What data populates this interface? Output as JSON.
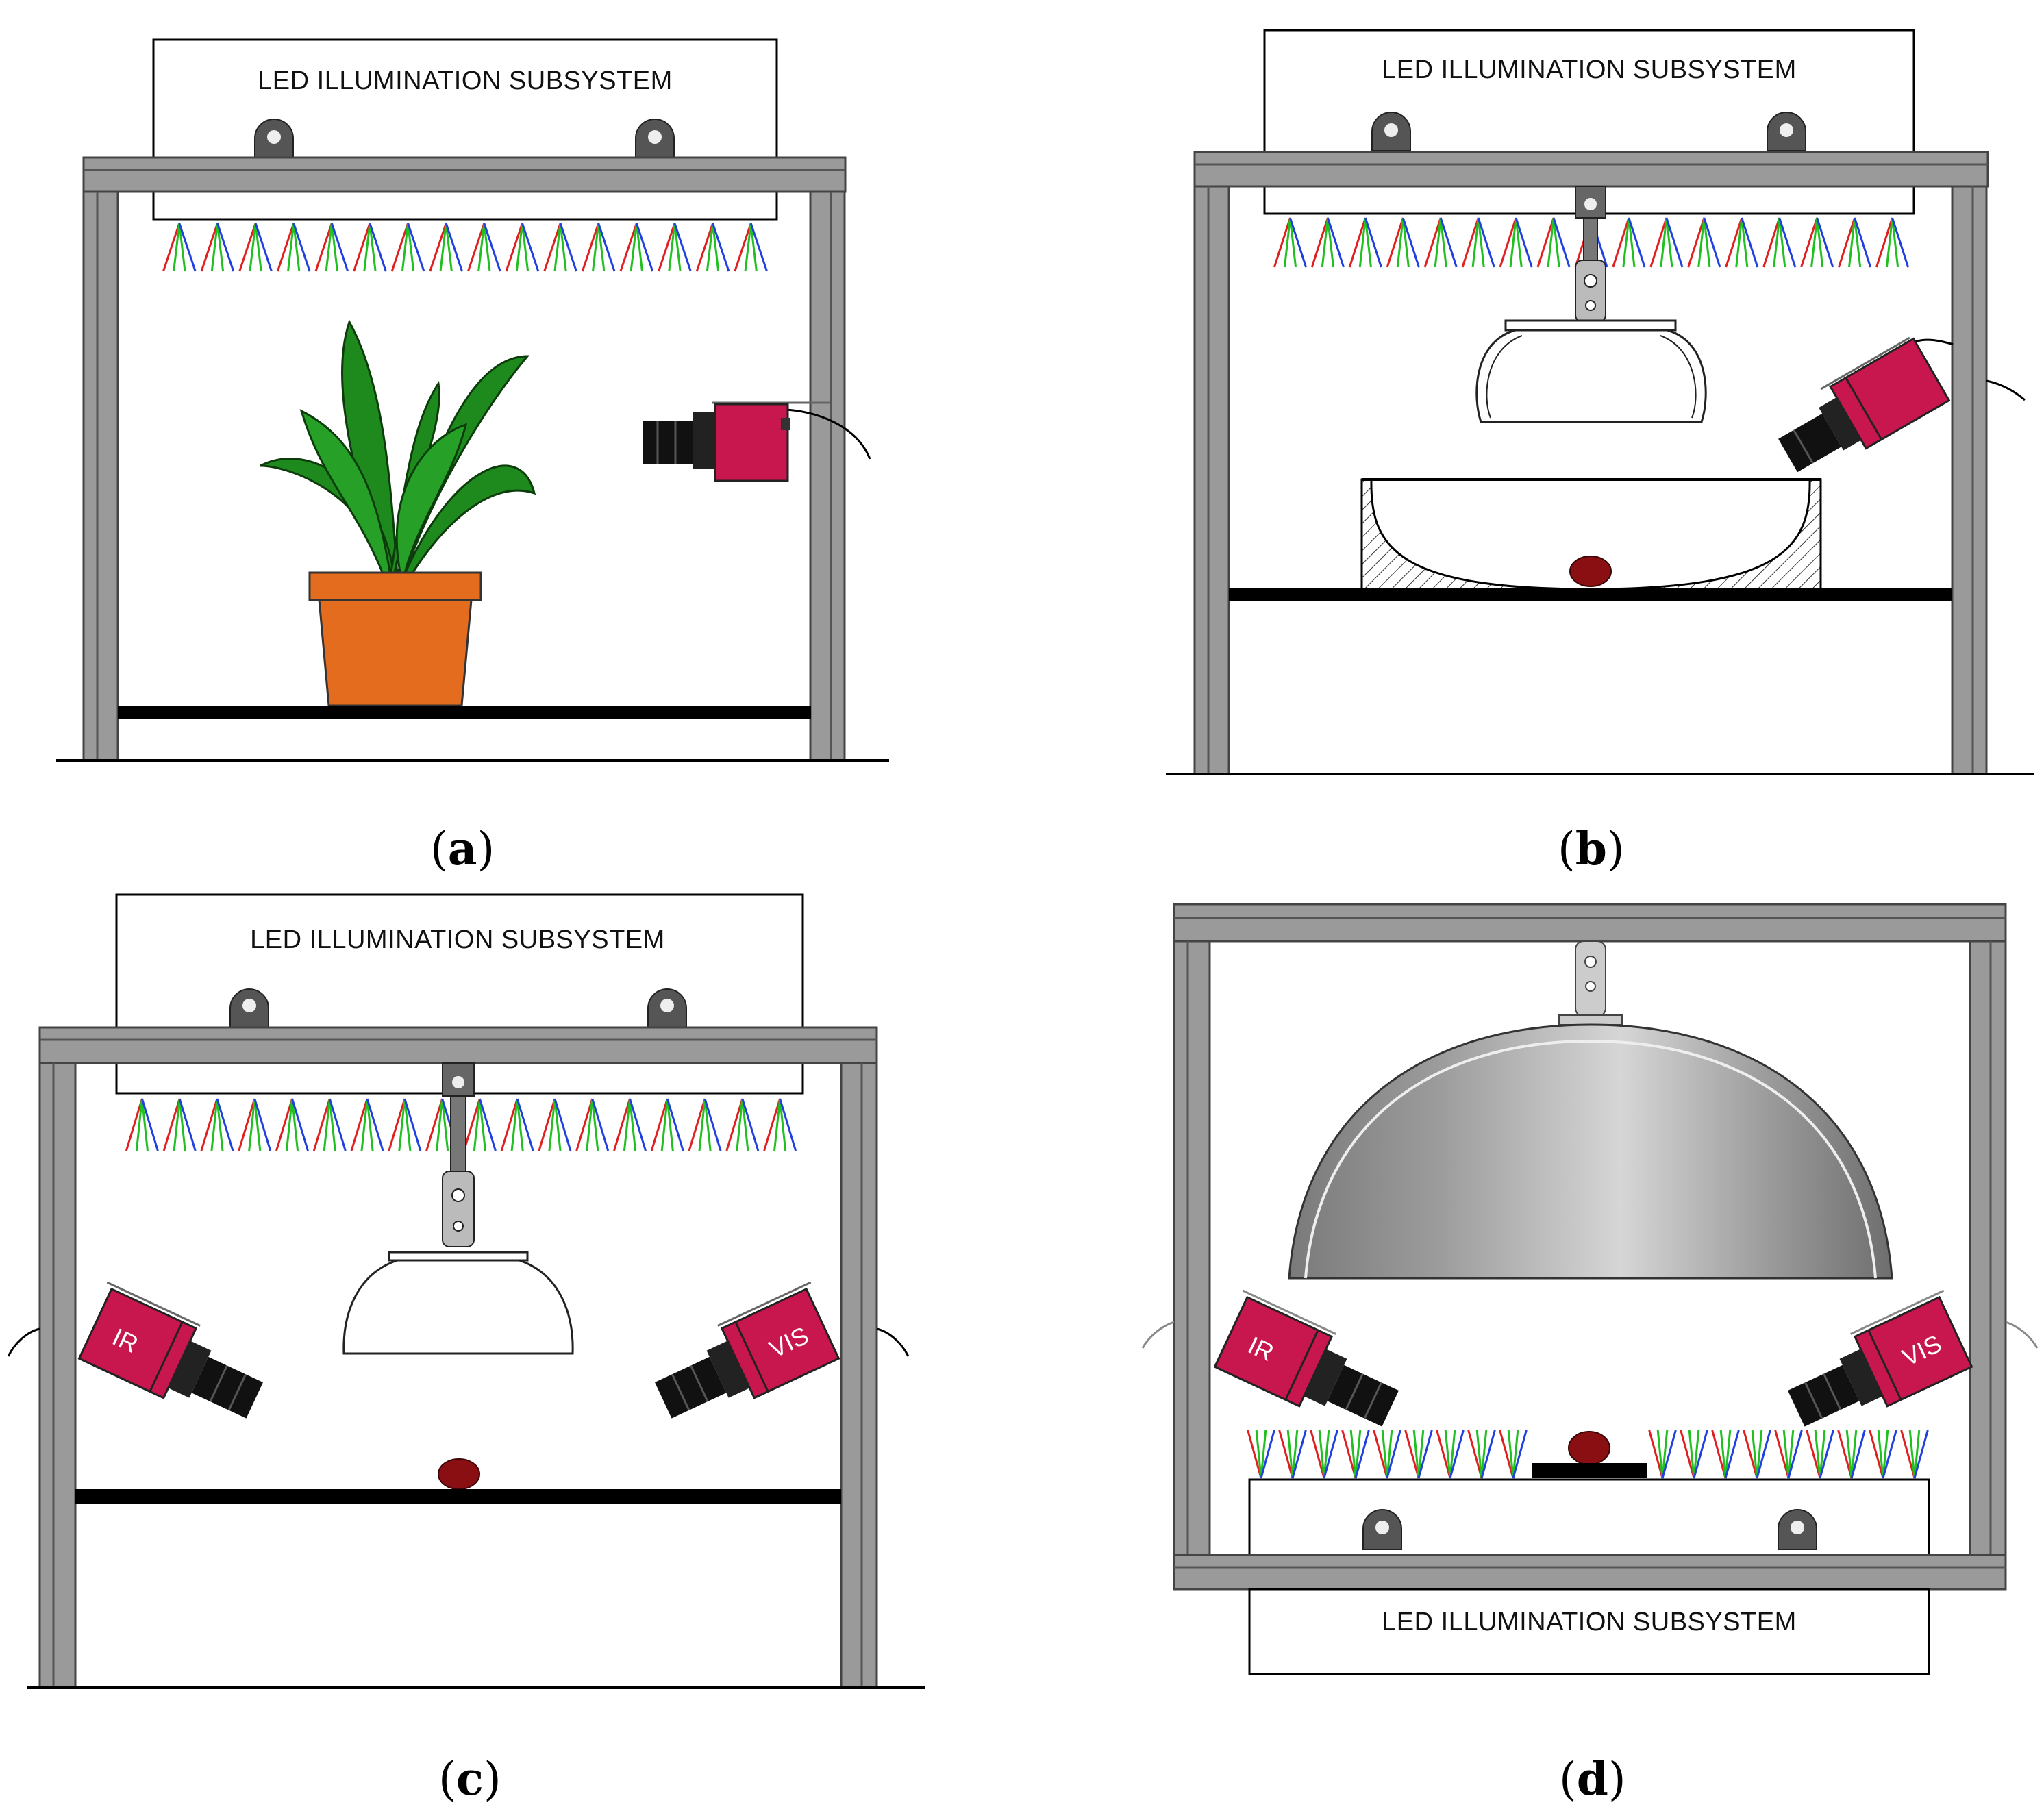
{
  "panels": [
    {
      "id": "a",
      "caption_letter": "a",
      "led_label": "LED ILLUMINATION SUBSYSTEM",
      "camera_labels": []
    },
    {
      "id": "b",
      "caption_letter": "b",
      "led_label": "LED ILLUMINATION SUBSYSTEM",
      "camera_labels": []
    },
    {
      "id": "c",
      "caption_letter": "c",
      "led_label": "LED ILLUMINATION SUBSYSTEM",
      "camera_labels": [
        "IR",
        "VIS"
      ]
    },
    {
      "id": "d",
      "caption_letter": "d",
      "led_label": "LED ILLUMINATION SUBSYSTEM",
      "camera_labels": [
        "IR",
        "VIS"
      ]
    }
  ],
  "colors": {
    "frame": "#9a9a9a",
    "frame_dark": "#5a5a5a",
    "camera_body": "#c8174f",
    "pot": "#e46c1e",
    "leaf": "#1e8a1e",
    "sample": "#8a0f12",
    "led_red": "#e02020",
    "led_green": "#20c020",
    "led_blue": "#2040e0"
  }
}
